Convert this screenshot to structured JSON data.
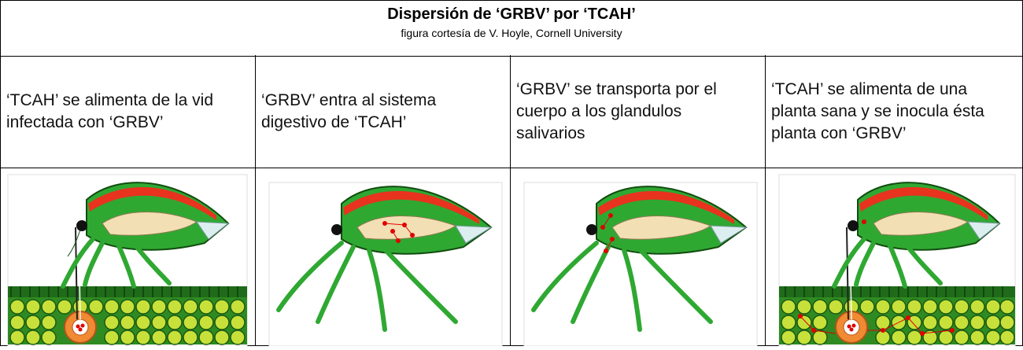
{
  "header": {
    "title": "Dispersión de ‘GRBV’ por ‘TCAH’",
    "subtitle": "figura cortesía de V. Hoyle, Cornell University"
  },
  "steps": [
    {
      "text": "‘TCAH’ se alimenta de la vid infectada con ‘GRBV’"
    },
    {
      "text": "‘GRBV’ entra al sistema digestivo de ‘TCAH’"
    },
    {
      "text": "‘GRBV’ se transporta por el cuerpo a los glandulos salivarios"
    },
    {
      "text": "‘TCAH’ se alimenta de una planta sana y se inocula ésta planta con ‘GRBV’"
    }
  ],
  "colors": {
    "leafhopper_green": "#2fa832",
    "leafhopper_light": "#9fd96a",
    "stripe_red": "#e8331e",
    "gut_tan": "#f2dfb4",
    "virus_red": "#e00000",
    "plant_dark": "#1f6b1a",
    "plant_cell": "#c8e03a",
    "phloem_orange": "#f08a33"
  }
}
